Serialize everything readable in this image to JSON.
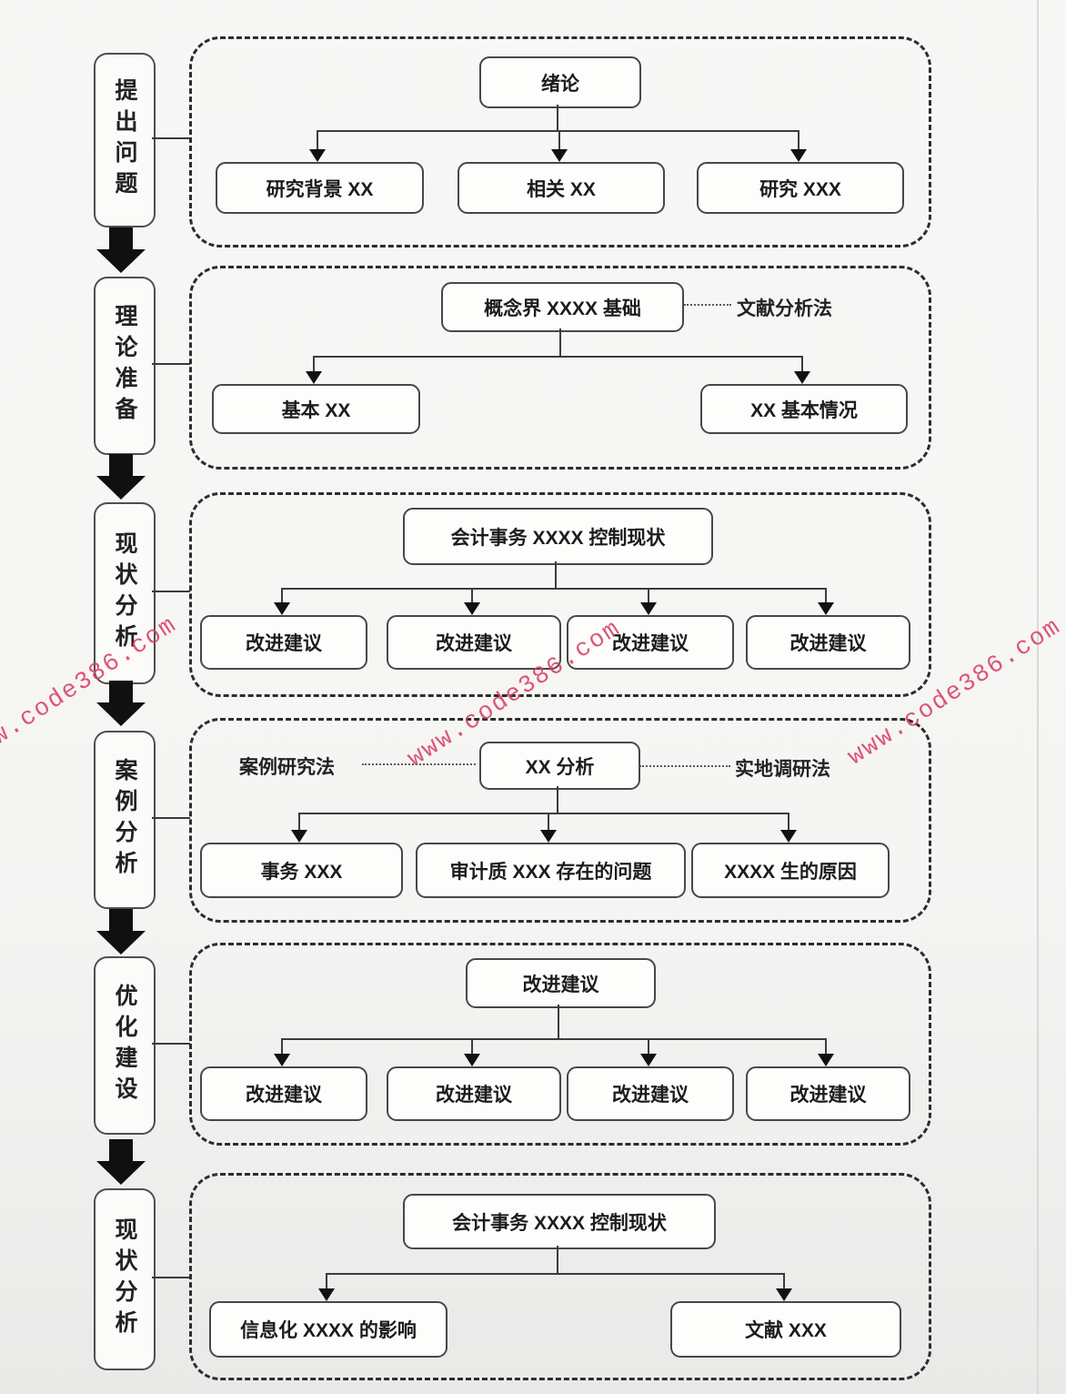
{
  "watermark": {
    "text": "www.code386.com",
    "color": "#d93e63"
  },
  "stages": [
    {
      "label": "提出问题"
    },
    {
      "label": "理论准备"
    },
    {
      "label": "现状分析"
    },
    {
      "label": "案例分析"
    },
    {
      "label": "优化建设"
    },
    {
      "label": "现状分析"
    }
  ],
  "sections": [
    {
      "root": "绪论",
      "children": [
        "研究背景 XX",
        "相关 XX",
        "研究 XXX"
      ]
    },
    {
      "root": "概念界 XXXX 基础",
      "method_right": "文献分析法",
      "children": [
        "基本 XX",
        "XX 基本情况"
      ]
    },
    {
      "root": "会计事务 XXXX 控制现状",
      "children": [
        "改进建议",
        "改进建议",
        "改进建议",
        "改进建议"
      ]
    },
    {
      "root": "XX 分析",
      "method_left": "案例研究法",
      "method_right": "实地调研法",
      "children": [
        "事务 XXX",
        "审计质 XXX 存在的问题",
        "XXXX 生的原因"
      ]
    },
    {
      "root": "改进建议",
      "children": [
        "改进建议",
        "改进建议",
        "改进建议",
        "改进建议"
      ]
    },
    {
      "root": "会计事务 XXXX 控制现状",
      "children": [
        "信息化 XXXX 的影响",
        "文献 XXX"
      ]
    }
  ],
  "colors": {
    "line": "#3c3c3c",
    "node_border": "#474747",
    "panel_border": "#2d2d2d"
  }
}
